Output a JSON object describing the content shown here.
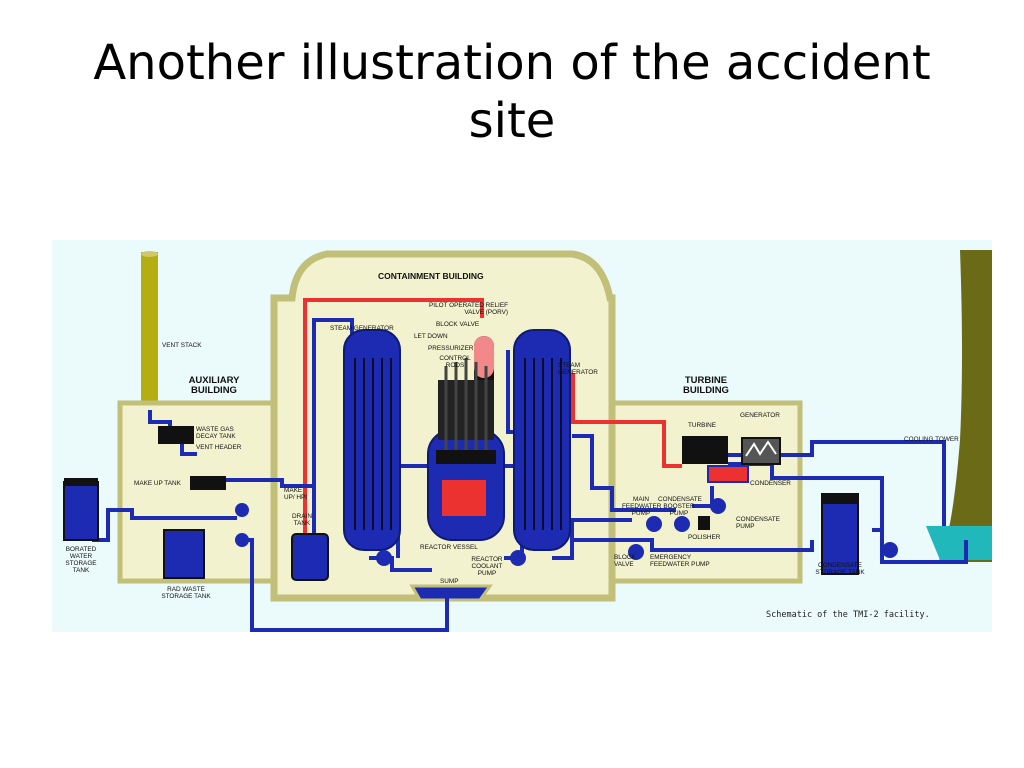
{
  "slide": {
    "title_line1": "Another illustration of the accident",
    "title_line2": "site"
  },
  "colors": {
    "background": "#ebfafa",
    "building_fill": "#f2f2cf",
    "building_border": "#c2bf78",
    "water_blue": "#1c2bb2",
    "hot_red": "#ec3131",
    "pressurizer_pink": "#f28888",
    "cooling_tower": "#6b6a17",
    "teal": "#20b8bb",
    "dark": "#111111"
  },
  "labels": {
    "containment": "CONTAINMENT BUILDING",
    "porv": "PILOT OPERATED RELIEF VALVE (PORV)",
    "block_valve": "BLOCK VALVE",
    "let_down": "LET DOWN",
    "pressurizer": "PRESSURIZER",
    "control_rods": "CONTROL RODS",
    "steam_gen_left": "STEAM GENERATOR",
    "steam_gen_right": "STEAM GENERATOR",
    "vent_stack": "VENT STACK",
    "auxiliary": "AUXILIARY BUILDING",
    "waste_gas": "WASTE GAS DECAY TANK",
    "vent_header": "VENT HEADER",
    "makeup_tank": "MAKE UP TANK",
    "makeup_hpi": "MAKE UP/ HPI",
    "drain_tank": "DRAIN TANK",
    "borated": "BORATED WATER STORAGE TANK",
    "rad_waste": "RAD WASTE STORAGE TANK",
    "reactor_vessel": "REACTOR VESSEL",
    "reactor_pump": "REACTOR COOLANT PUMP",
    "sump": "SUMP",
    "turbine_building": "TURBINE BUILDING",
    "turbine": "TURBINE",
    "generator": "GENERATOR",
    "condenser": "CONDENSER",
    "main_fw_pump": "MAIN FEEDWATER PUMP",
    "cond_booster": "CONDENSATE BOOSTER PUMP",
    "cond_pump": "CONDENSATE PUMP",
    "polisher": "POLISHER",
    "block_valve2": "BLOCK VALVE",
    "emergency_fw": "EMERGENCY FEEDWATER PUMP",
    "cond_storage": "CONDENSATE STORAGE TANK",
    "cooling_tower": "COOLING TOWER"
  },
  "caption": "Schematic of the TMI-2 facility."
}
